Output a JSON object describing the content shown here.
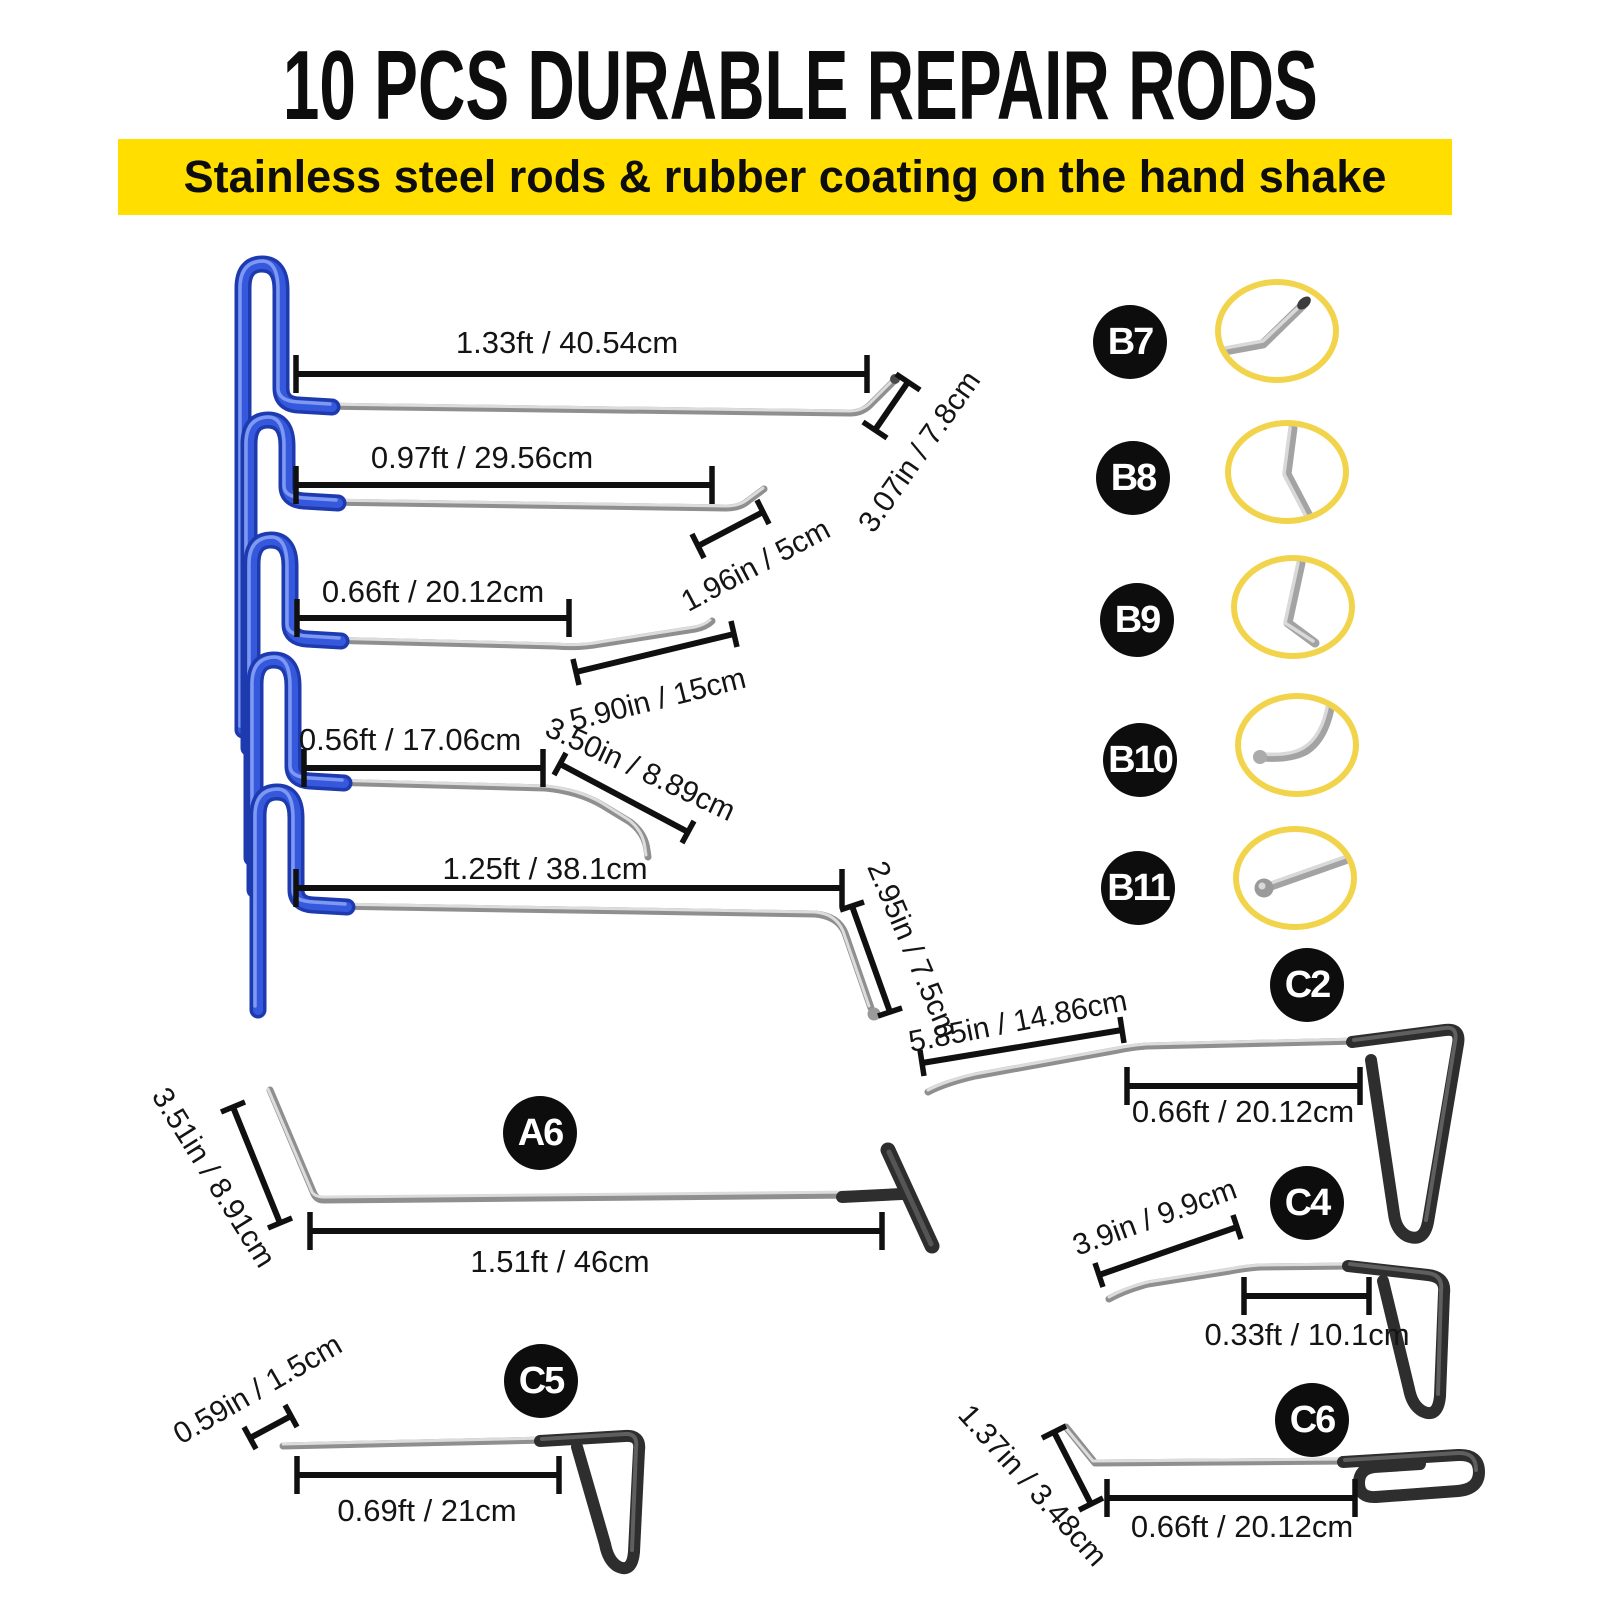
{
  "title": "10 PCS DURABLE REPAIR RODS",
  "banner": "Stainless steel rods & rubber coating on the hand shake",
  "colors": {
    "banner_bg": "#FFDE00",
    "handle_blue": "#2C4ED2",
    "badge_bg": "#0D0D0D",
    "highlight_ring": "#F2D44C",
    "rod_silver": "#9C9C9C",
    "grip_dark": "#303030",
    "dimension": "#111111"
  },
  "rods": [
    {
      "id": "blue-rod-1",
      "length_label": "1.33ft / 40.54cm",
      "tip_label": "3.07in / 7.8cm"
    },
    {
      "id": "blue-rod-2",
      "length_label": "0.97ft / 29.56cm",
      "tip_label": "1.96in / 5cm"
    },
    {
      "id": "blue-rod-3",
      "length_label": "0.66ft / 20.12cm",
      "tip_label": "5.90in / 15cm"
    },
    {
      "id": "blue-rod-4",
      "length_label": "0.56ft / 17.06cm",
      "tip_label": "3.50in / 8.89cm"
    },
    {
      "id": "blue-rod-5",
      "length_label": "1.25ft / 38.1cm",
      "tip_label": "2.95in / 7.5cm"
    },
    {
      "id": "A6",
      "length_label": "1.51ft / 46cm",
      "tip_label": "3.51in / 8.91cm"
    },
    {
      "id": "C2",
      "length_label": "0.66ft / 20.12cm",
      "tip_label": "5.85in / 14.86cm"
    },
    {
      "id": "C4",
      "length_label": "0.33ft / 10.1cm",
      "tip_label": "3.9in / 9.9cm"
    },
    {
      "id": "C5",
      "length_label": "0.69ft / 21cm",
      "tip_label": "0.59in / 1.5cm"
    },
    {
      "id": "C6",
      "length_label": "0.66ft / 20.12cm",
      "tip_label": "1.37in / 3.48cm"
    }
  ],
  "badges": {
    "a6": "A6",
    "b7": "B7",
    "b8": "B8",
    "b9": "B9",
    "b10": "B10",
    "b11": "B11",
    "c2": "C2",
    "c4": "C4",
    "c5": "C5",
    "c6": "C6"
  }
}
